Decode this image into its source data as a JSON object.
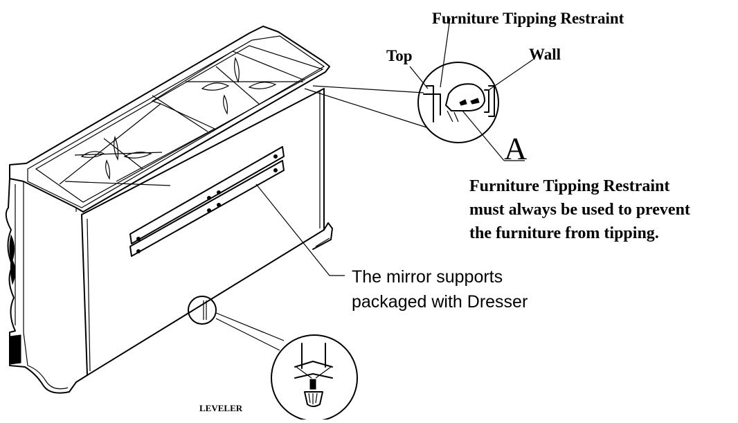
{
  "labels": {
    "restraint_title": "Furniture Tipping Restraint",
    "top": "Top",
    "wall": "Wall",
    "part_letter": "A",
    "warning_lines": [
      "Furniture Tipping Restraint",
      "must always be used to prevent",
      "the furniture from tipping."
    ],
    "mirror_lines": [
      "The mirror supports",
      "packaged with Dresser"
    ],
    "leveler": "LEVELER"
  },
  "colors": {
    "ink": "#000000",
    "paper": "#ffffff"
  }
}
